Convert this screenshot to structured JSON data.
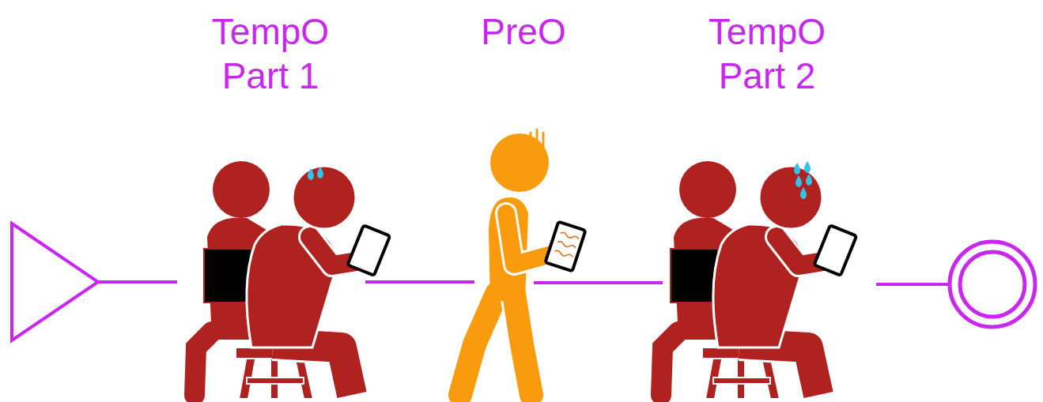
{
  "diagram": {
    "nodes": [
      {
        "text": [
          "TempO Part 1"
        ]
      },
      {
        "text": [
          "PreO"
        ]
      },
      {
        "text": [
          "TempO Part 2"
        ]
      }
    ],
    "edges": [
      {
        "from": 0,
        "to": 1,
        "arrow": "none"
      },
      {
        "from": 1,
        "to": 2,
        "arrow": "none"
      }
    ]
  }
}
